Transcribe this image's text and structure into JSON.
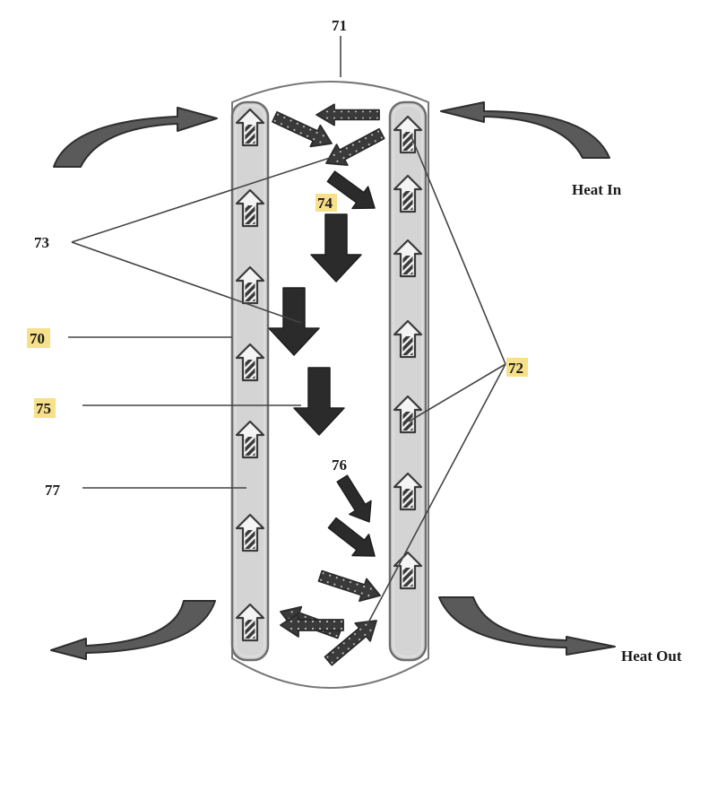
{
  "diagram": {
    "title": "Heat pipe / reactor tube schematic",
    "labels": {
      "l71": "71",
      "l73": "73",
      "l74": "74",
      "l70": "70",
      "l75": "75",
      "l76": "76",
      "l77": "77",
      "l72": "72",
      "heat_in": "Heat In",
      "heat_out": "Heat Out"
    },
    "highlighted_labels": [
      "70",
      "74",
      "75",
      "72"
    ],
    "colors": {
      "tube_fill": "#d4d4d4",
      "tube_stroke": "#6e6e6e",
      "arrow_dark": "#2b2b2b",
      "curved_arrow": "#5a5a5a",
      "highlight": "#f7e08a"
    },
    "icons": {
      "tube_flow": "hatched-up-arrow-icon",
      "flow_down": "solid-down-arrow-icon",
      "flow_dotted": "dotted-arrow-icon",
      "heat": "curved-arrow-icon"
    }
  }
}
